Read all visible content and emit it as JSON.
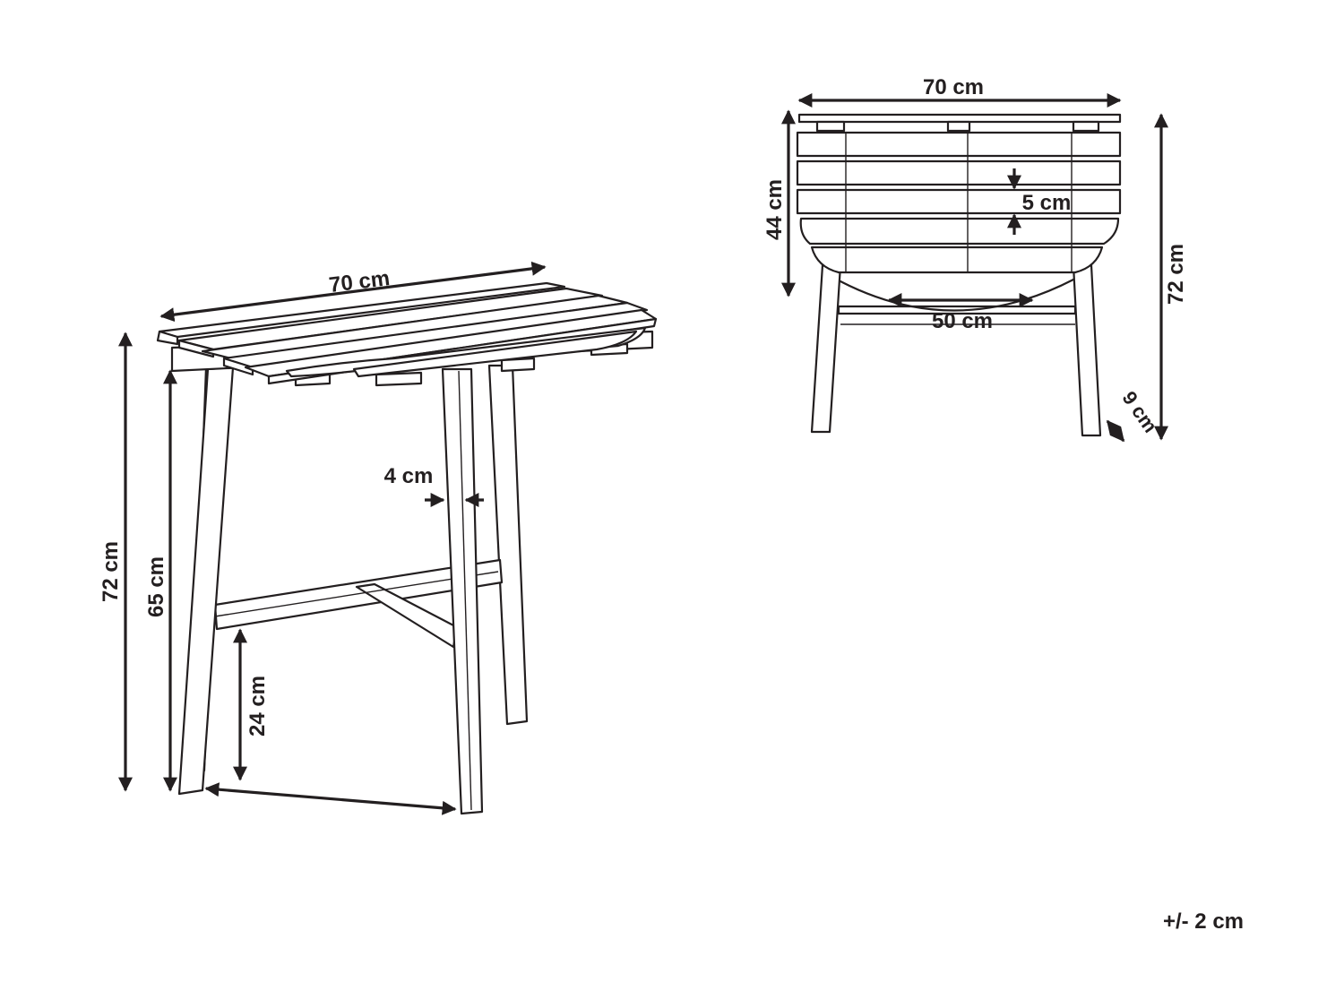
{
  "diagram": {
    "persp": {
      "top_width": "70 cm",
      "total_height": "72 cm",
      "leg_height": "65 cm",
      "stretcher_height": "24 cm",
      "leg_thickness": "4 cm"
    },
    "front": {
      "top_width": "70 cm",
      "fold_height": "44 cm",
      "slat_width": "5 cm",
      "leg_span": "50 cm",
      "total_height": "72 cm",
      "leg_depth": "9 cm"
    },
    "tolerance": "+/- 2 cm"
  }
}
